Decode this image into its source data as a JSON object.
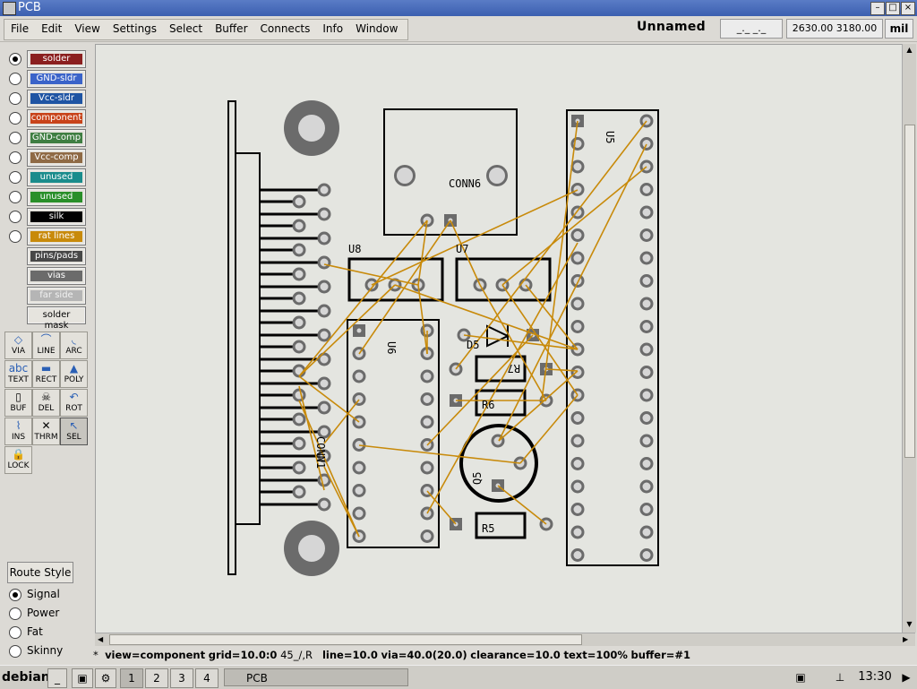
{
  "window": {
    "title": "PCB",
    "controls": [
      "minimize-icon",
      "maximize-icon",
      "close-icon"
    ]
  },
  "menubar": {
    "items": [
      "File",
      "Edit",
      "View",
      "Settings",
      "Select",
      "Buffer",
      "Connects",
      "Info",
      "Window"
    ],
    "filename": "Unnamed",
    "cursor_field": "_._  _._",
    "coordinates": "2630.00  3180.00",
    "units": "mil"
  },
  "layers": [
    {
      "label": "solder",
      "color": "#8b1f1f",
      "selected": true
    },
    {
      "label": "GND-sldr",
      "color": "#3a63c9",
      "selected": false
    },
    {
      "label": "Vcc-sldr",
      "color": "#1f54a3",
      "selected": false
    },
    {
      "label": "component",
      "color": "#c8431a",
      "selected": false
    },
    {
      "label": "GND-comp",
      "color": "#3f7e42",
      "selected": false
    },
    {
      "label": "Vcc-comp",
      "color": "#8f6a45",
      "selected": false
    },
    {
      "label": "unused",
      "color": "#1a8c8c",
      "selected": false
    },
    {
      "label": "unused",
      "color": "#2a8f2a",
      "selected": false
    },
    {
      "label": "silk",
      "color": "#000000",
      "selected": false
    },
    {
      "label": "rat lines",
      "color": "#c88a0a",
      "selected": false
    }
  ],
  "extra_layers": [
    {
      "label": "pins/pads",
      "color": "#474747"
    },
    {
      "label": "vias",
      "color": "#6b6b6b"
    },
    {
      "label": "far side",
      "color": "#b5b5b5"
    },
    {
      "label": "solder mask",
      "color": "#e6e4de"
    }
  ],
  "tools": [
    "VIA",
    "LINE",
    "ARC",
    "TEXT",
    "RECT",
    "POLY",
    "BUF",
    "DEL",
    "ROT",
    "INS",
    "THRM",
    "SEL",
    "LOCK"
  ],
  "tool_icons": [
    "via-icon",
    "line-icon",
    "arc-icon",
    "text-icon",
    "rect-icon",
    "poly-icon",
    "buffer-icon",
    "delete-icon",
    "rotate-icon",
    "insert-icon",
    "thermal-icon",
    "select-icon",
    "lock-icon"
  ],
  "selected_tool": "SEL",
  "route_style": {
    "button": "Route Style",
    "options": [
      "Signal",
      "Power",
      "Fat",
      "Skinny"
    ],
    "selected": "Signal"
  },
  "board": {
    "labels": [
      "U8",
      "U7",
      "U6",
      "U5",
      "CONN6",
      "D5",
      "R7",
      "R6",
      "R5",
      "Q5",
      "CONN1"
    ],
    "colors": {
      "background": "#e4e5e0",
      "pads": "#6b6b6b",
      "silk": "#000000",
      "ratlines": "#c88a0a"
    }
  },
  "status": {
    "prefix": "*",
    "view": "view=component",
    "grid": "grid=10.0:0",
    "mode": "45_/,R",
    "line": "line=10.0",
    "via": "via=40.0(20.0)",
    "clearance": "clearance=10.0",
    "text": "text=100%",
    "buffer": "buffer=#1"
  },
  "taskbar": {
    "start": "debian",
    "workspaces": [
      "1",
      "2",
      "3",
      "4"
    ],
    "active_workspace": "1",
    "task": "PCB",
    "clock": "13:30"
  }
}
